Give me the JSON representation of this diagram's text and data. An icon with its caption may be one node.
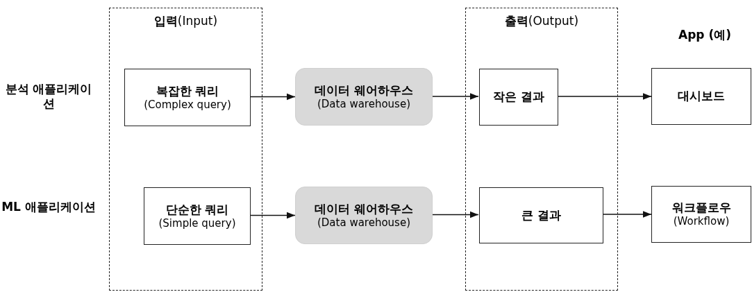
{
  "diagram": {
    "nodes": [
      {
        "text": [
          "**입력**(Input)"
        ]
      },
      {
        "text": [
          "복잡한 쿼리",
          "(Complex query)"
        ],
        "in": 0
      },
      {
        "text": [
          "단순한 쿼리",
          "(Simple query)"
        ],
        "in": 0
      },
      {
        "text": [
          "데이터 웨어하우스",
          "(Data warehouse)"
        ]
      },
      {
        "text": [
          "데이터 웨어하우스",
          "(Data warehouse)"
        ]
      },
      {
        "text": [
          "**출력**(Output)"
        ]
      },
      {
        "text": [
          "작은 결과"
        ],
        "in": 5
      },
      {
        "text": [
          "큰 결과"
        ],
        "in": 5
      },
      {
        "text": [
          "대시보드"
        ]
      },
      {
        "text": [
          "워크플로우",
          "(Workflow)"
        ]
      }
    ],
    "edges": [
      {
        "from": 1,
        "to": 3,
        "arrow": "to"
      },
      {
        "from": 3,
        "to": 6,
        "arrow": "to"
      },
      {
        "from": 6,
        "to": 8,
        "arrow": "to"
      },
      {
        "from": 2,
        "to": 4,
        "arrow": "to"
      },
      {
        "from": 4,
        "to": 7,
        "arrow": "to"
      },
      {
        "from": 7,
        "to": 9,
        "arrow": "to"
      }
    ],
    "labels": [
      "분석 애플리케이션",
      "ML 애플리케이션",
      "App (예)"
    ]
  }
}
